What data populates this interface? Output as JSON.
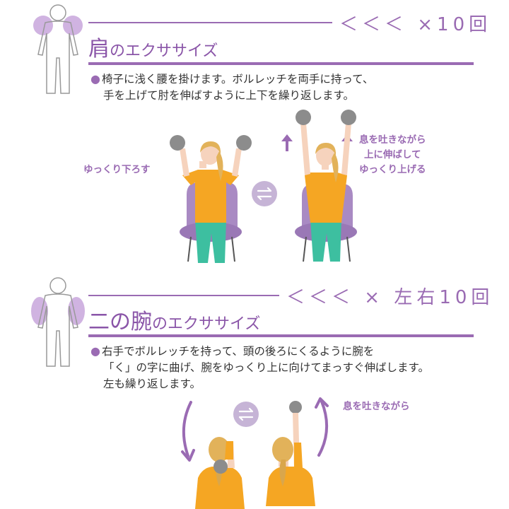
{
  "section1": {
    "count": "＜＜＜ ×10回",
    "title_main": "肩",
    "title_rest": "のエクササイズ",
    "desc_line1": "椅子に浅く腰を掛けます。ボルレッチを両手に持って、",
    "desc_line2": "手を上げて肘を伸ばすように上下を繰り返します。",
    "left_caption": "ゆっくり下ろす",
    "right_caption_1": "息を吐きながら",
    "right_caption_2": "上に伸ばして",
    "right_caption_3": "ゆっくり上げる"
  },
  "section2": {
    "count": "＜＜＜ × 左右10回",
    "title_main": "二の腕",
    "title_rest": "のエクササイズ",
    "desc_line1": "右手でボルレッチを持って、頭の後ろにくるように腕を",
    "desc_line2": "「く」の字に曲げ、腕をゆっくり上に向けてまっすぐ伸ばします。",
    "desc_line3": "左も繰り返します。",
    "right_caption": "息を吐きながら"
  },
  "bullet": "●",
  "colors": {
    "accent": "#9a6bb3",
    "shirt": "#f5a623",
    "pants": "#3dbfa0",
    "chair": "#a98ac3",
    "ball": "#8c8c8c",
    "hair": "#e2b25a"
  }
}
